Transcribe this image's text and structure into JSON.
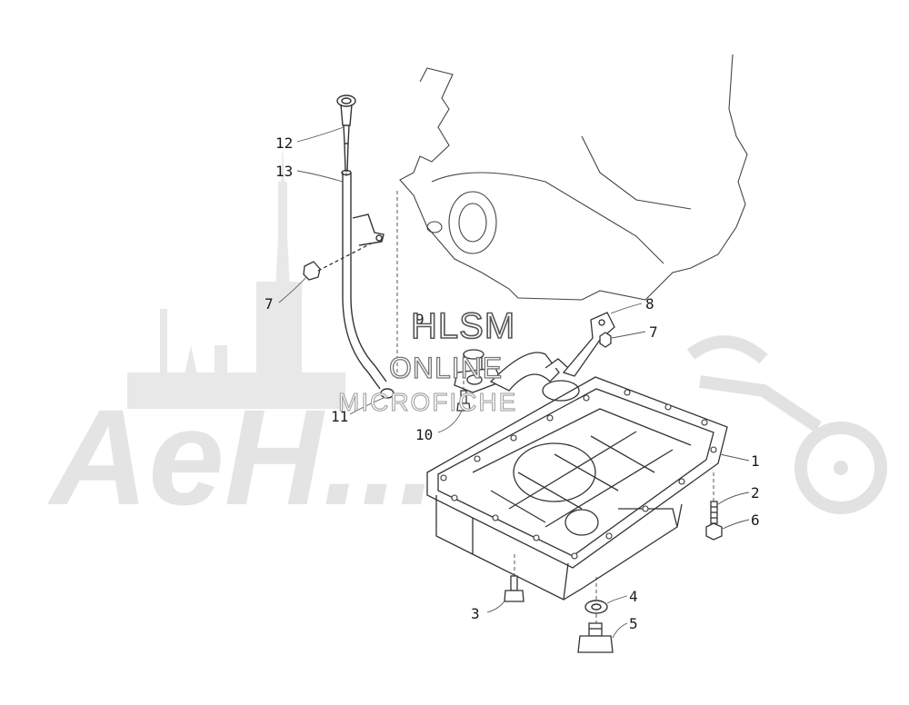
{
  "watermark": {
    "line1": "HLSM",
    "line2": "ONLINE",
    "line3": "MICROFICHE",
    "background_brand": "AeH..."
  },
  "callouts": [
    {
      "id": "c12",
      "text": "12"
    },
    {
      "id": "c13",
      "text": "13"
    },
    {
      "id": "c7a",
      "text": "7"
    },
    {
      "id": "c8",
      "text": "8"
    },
    {
      "id": "c9",
      "text": "9"
    },
    {
      "id": "c7b",
      "text": "7"
    },
    {
      "id": "c11",
      "text": "11"
    },
    {
      "id": "c10",
      "text": "10"
    },
    {
      "id": "c1",
      "text": "1"
    },
    {
      "id": "c2",
      "text": "2"
    },
    {
      "id": "c6",
      "text": "6"
    },
    {
      "id": "c3",
      "text": "3"
    },
    {
      "id": "c4",
      "text": "4"
    },
    {
      "id": "c5",
      "text": "5"
    }
  ]
}
